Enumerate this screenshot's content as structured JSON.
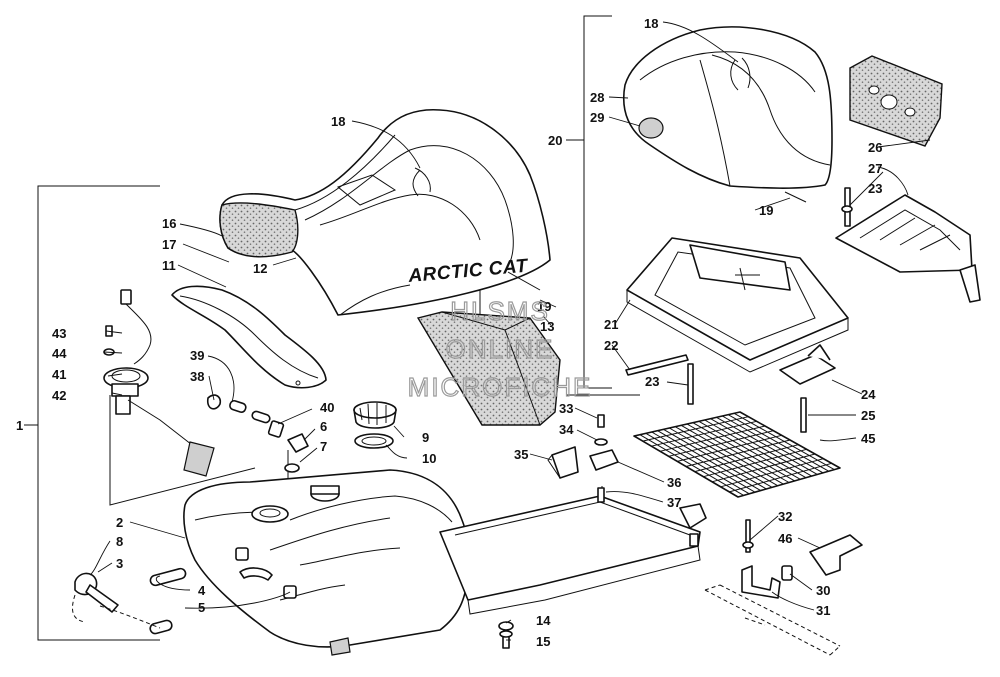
{
  "brand_text": "ARCTIC CAT",
  "watermark": [
    "HLSMS",
    "ONLINE",
    "MICROFICHE"
  ],
  "callouts": [
    "1",
    "2",
    "3",
    "4",
    "5",
    "6",
    "7",
    "8",
    "9",
    "10",
    "11",
    "12",
    "13",
    "14",
    "15",
    "16",
    "17",
    "18",
    "18",
    "19",
    "19",
    "20",
    "21",
    "22",
    "23",
    "23",
    "24",
    "25",
    "26",
    "27",
    "28",
    "29",
    "30",
    "31",
    "32",
    "33",
    "34",
    "35",
    "36",
    "37",
    "38",
    "39",
    "40",
    "41",
    "42",
    "43",
    "44",
    "45",
    "46"
  ]
}
